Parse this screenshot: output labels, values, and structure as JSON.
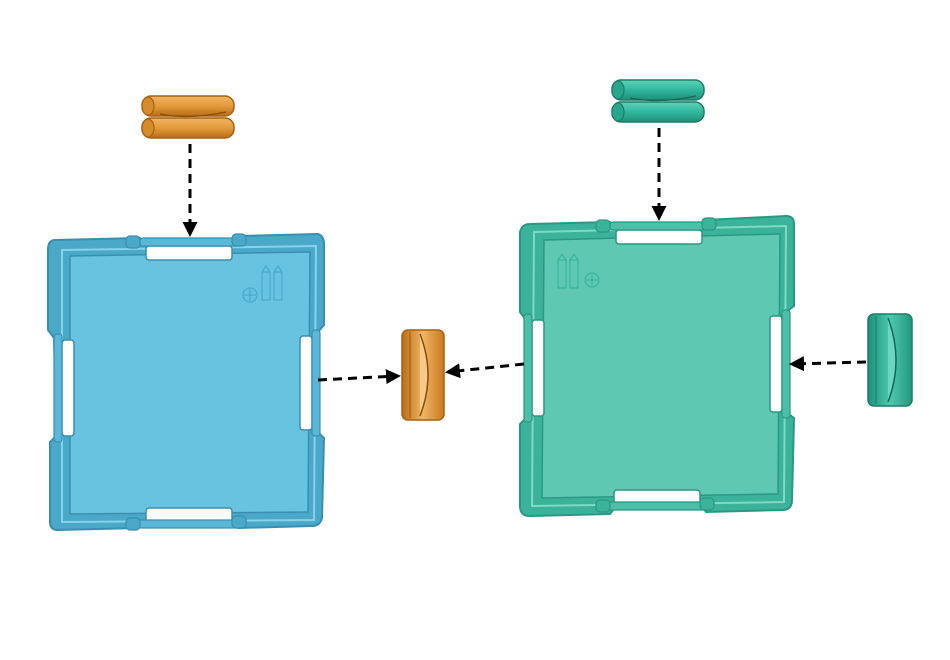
{
  "colors": {
    "blue_panel_fill": "#67c3df",
    "blue_panel_frame": "#4aa8c9",
    "blue_panel_edge": "#3a8fb0",
    "green_panel_fill": "#5ec8b2",
    "green_panel_frame": "#3bb39b",
    "green_panel_edge": "#2a9882",
    "orange_connector": "#e39a3b",
    "orange_connector_dark": "#b86e16",
    "teal_connector": "#2fb79c",
    "teal_connector_dark": "#1f8f78",
    "arrow": "#000000",
    "background": "#ffffff"
  },
  "icons": {
    "panel_left": "square-tile-blue",
    "panel_right": "square-tile-green",
    "connector_top_left": "double-tube-connector-orange",
    "connector_top_right": "double-tube-connector-teal",
    "connector_middle": "tube-connector-orange",
    "connector_right": "tube-connector-teal"
  }
}
